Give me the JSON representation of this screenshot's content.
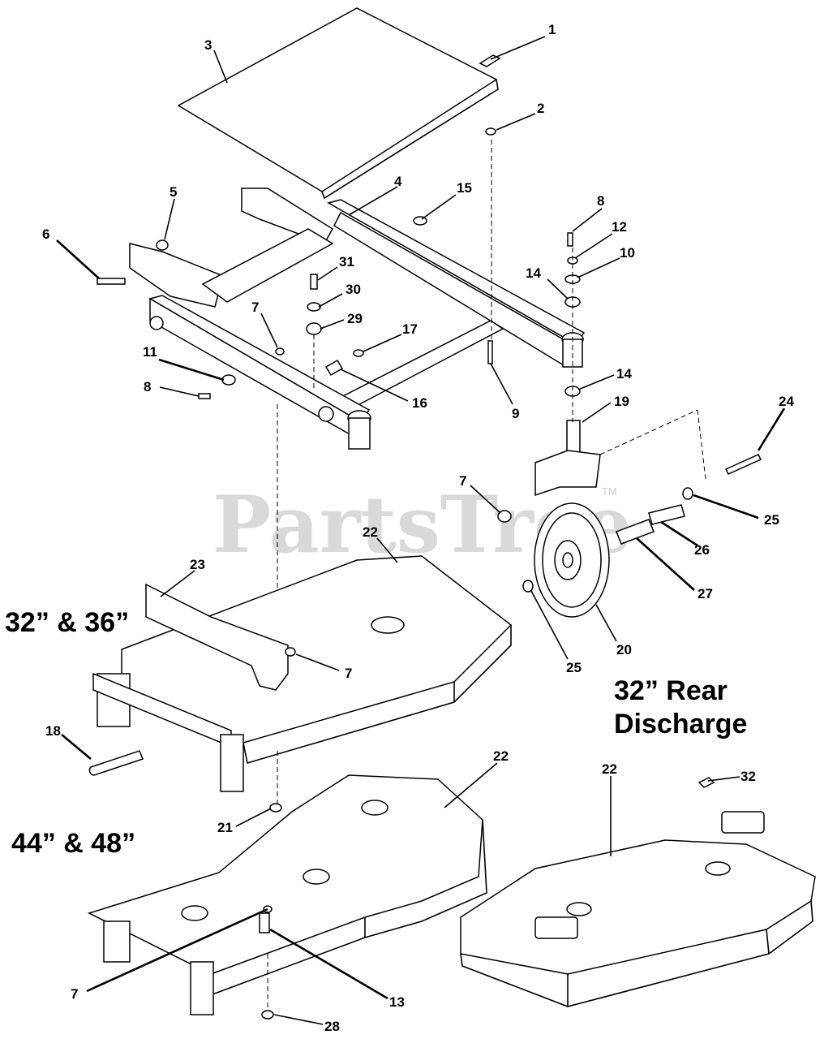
{
  "watermark": {
    "text": "PartsTree",
    "trademark": "TM"
  },
  "section_labels": {
    "s32_36": "32” & 36”",
    "s44_48": "44” & 48”",
    "rear_line1": "32” Rear",
    "rear_line2": "Discharge"
  },
  "callouts": [
    "1",
    "2",
    "3",
    "4",
    "5",
    "6",
    "15",
    "8",
    "12",
    "10",
    "14",
    "31",
    "30",
    "7",
    "29",
    "17",
    "11",
    "8",
    "16",
    "9",
    "14",
    "19",
    "24",
    "7",
    "22",
    "23",
    "25",
    "26",
    "27",
    "7",
    "20",
    "25",
    "18",
    "22",
    "22",
    "32",
    "21",
    "7",
    "13",
    "28"
  ]
}
